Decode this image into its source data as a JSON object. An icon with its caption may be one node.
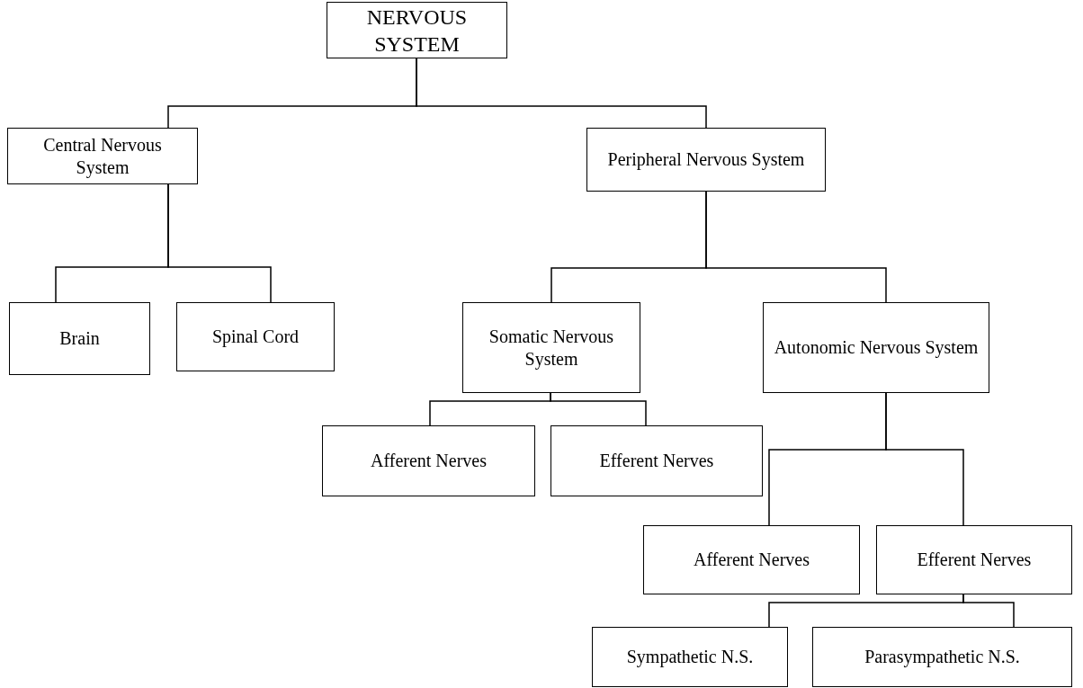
{
  "diagram": {
    "nodes": [
      {
        "text": [
          "NERVOUS SYSTEM"
        ]
      },
      {
        "text": [
          "Central Nervous System"
        ]
      },
      {
        "text": [
          "Peripheral Nervous System"
        ]
      },
      {
        "text": [
          "Brain"
        ]
      },
      {
        "text": [
          "Spinal Cord"
        ]
      },
      {
        "text": [
          "Somatic Nervous System"
        ]
      },
      {
        "text": [
          "Autonomic Nervous System"
        ]
      },
      {
        "text": [
          "Afferent Nerves"
        ]
      },
      {
        "text": [
          "Efferent Nerves"
        ]
      },
      {
        "text": [
          "Afferent Nerves"
        ]
      },
      {
        "text": [
          "Efferent Nerves"
        ]
      },
      {
        "text": [
          "Sympathetic N.S."
        ]
      },
      {
        "text": [
          "Parasympathetic N.S."
        ]
      }
    ],
    "edges": [
      {
        "from": 0,
        "to": 1,
        "arrow": "none"
      },
      {
        "from": 0,
        "to": 2,
        "arrow": "none"
      },
      {
        "from": 1,
        "to": 3,
        "arrow": "none"
      },
      {
        "from": 1,
        "to": 4,
        "arrow": "none"
      },
      {
        "from": 2,
        "to": 5,
        "arrow": "none"
      },
      {
        "from": 2,
        "to": 6,
        "arrow": "none"
      },
      {
        "from": 5,
        "to": 7,
        "arrow": "none"
      },
      {
        "from": 5,
        "to": 8,
        "arrow": "none"
      },
      {
        "from": 6,
        "to": 9,
        "arrow": "none"
      },
      {
        "from": 6,
        "to": 10,
        "arrow": "none"
      },
      {
        "from": 10,
        "to": 11,
        "arrow": "none"
      },
      {
        "from": 10,
        "to": 12,
        "arrow": "none"
      }
    ]
  }
}
